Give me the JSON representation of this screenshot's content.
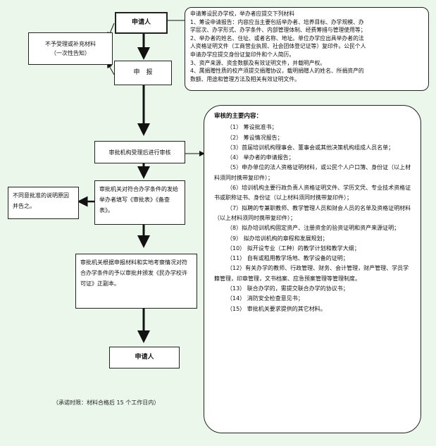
{
  "applicant_top": "申请人",
  "applicant_bottom": "申请人",
  "declare": "申　报",
  "no_accept": [
    "不予受理或补充材料",
    "（一次性告知）"
  ],
  "review": "审批机构受理后进行审核",
  "conform": "审批机关对符合办学条件的发给举办者填写《审批表》《备查表》。",
  "reject": "不同意批准的说明原因并告之。",
  "issue": "审批机关根据申报材料和实地考察情况对符合办学条件的予以审批并颁发《民办学校许可证》正副本。",
  "promise": "（承诺时限：材料合格后 15 个工作日内）",
  "notice": [
    "申请筹设民办学校，举办者应提交下列材料",
    "1、筹设申请报告：内容应当主要包括举办者、培养目标、办学规模、办",
    "学层次、办学形式、办学条件、内部管理体制、经费筹措与管理使用等；",
    "2、举办者的姓名、住址、或者名称、地址。单位办学应出具举办者的法",
    "人资格证明文件（工商营业执照、社会团体登记证等）复印件。公民个人",
    "申请办学应提交身份证复印件和个人简历。",
    "3、资产来源、资金数额及有效证明文件，并载明产权。",
    "4、属捐赠性质的校产须提交捐赠协议，载明捐赠人的姓名、所捐资产的",
    "数额、用途和管理方法及相关有效证明文件。"
  ],
  "review_content": {
    "title": "审核的主要内容：",
    "items": [
      "（1） 筹设批准书；",
      "（2） 筹设情况报告；",
      "（3）首届培训机构理事会、董事会或其他决策机构组成人员名单；",
      "（4） 举办者的申请报告；",
      "（5）申办单位的法人资格证明材料，或公民个人户口簿、身份证（以上材料须同时携带复印件）；",
      "（6）培训机构主要行政负责人资格证明文件、学历文凭、专业技术资格证书或职称证书、身份证（以上材料须同时携带复印件）；",
      "（7）拟聘的专兼职教师、教学管理人员和财会人员的名单及资格证明材料（以上材料须同时携带复印件）；",
      "（8）拟办培训机构固定资产、注册资金的验资证明和资产来源证明；",
      "（9） 拟办培训机构的章程和发展规划；",
      "（10） 拟开设专业（工种）的教学计划和教学大纲；",
      "（11） 自有或租用教学场地、教学设备的证明；",
      "（12）有关办学的教师、行政管理、财务、会计管理，财产管理、学员学籍管理，印章管理，文书档案、应急预案管理等管理制度。",
      "（13） 联合办学的，需提交联合办学的协议书；",
      "（14） 消防安全检查意见书；",
      "（15） 审批机关要求提供的其它材料。"
    ]
  }
}
